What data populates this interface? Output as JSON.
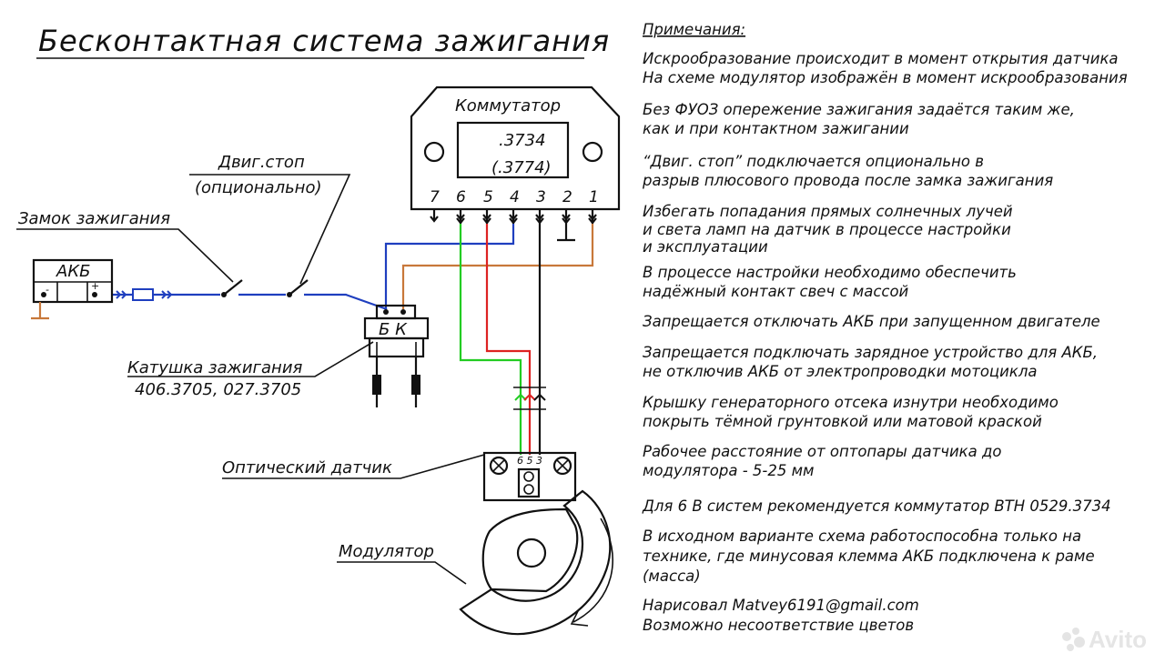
{
  "title": "Бесконтактная система зажигания",
  "labels": {
    "commutator": "Коммутатор",
    "commutator_model_1": ".3734",
    "commutator_model_2": "(.3774)",
    "pins": [
      "7",
      "6",
      "5",
      "4",
      "3",
      "2",
      "1"
    ],
    "engine_stop_1": "Двиг.стоп",
    "engine_stop_2": "(опционально)",
    "ignition_lock": "Замок зажигания",
    "battery": "АКБ",
    "battery_minus": "-",
    "battery_plus": "+",
    "coil_terminals": "Б  К",
    "coil_1": "Катушка зажигания",
    "coil_2": "406.3705, 027.3705",
    "optical_sensor": "Оптический датчик",
    "sensor_pins": "6 5 3",
    "modulator": "Модулятор"
  },
  "notes": {
    "heading": "Примечания:",
    "lines": [
      [
        "Искрообразование происходит в момент открытия датчика",
        "На схеме модулятор изображён в момент искрообразования"
      ],
      [
        "Без ФУОЗ опережение зажигания задаётся таким же,",
        "как и при контактном зажигании"
      ],
      [
        "“Двиг. стоп” подключается опционально в",
        "разрыв плюсового провода после замка зажигания"
      ],
      [
        "Избегать попадания прямых солнечных лучей",
        "и света ламп на датчик в процессе настройки",
        "и эксплуатации"
      ],
      [
        "В процессе настройки необходимо обеспечить",
        "надёжный контакт свеч с массой"
      ],
      [
        "Запрещается отключать АКБ при запущенном двигателе"
      ],
      [
        "Запрещается подключать зарядное устройство для АКБ,",
        "не отключив АКБ от электропроводки мотоцикла"
      ],
      [
        "Крышку генераторного отсека изнутри необходимо",
        "покрыть тёмной грунтовкой или матовой краской"
      ],
      [
        "Рабочее расстояние от оптопары датчика до",
        "модулятора - 5-25 мм"
      ],
      [
        "Для 6 В систем рекомендуется коммутатор ВТН 0529.3734"
      ],
      [
        "В исходном варианте схема работоспособна только на",
        "технике, где минусовая клемма АКБ подключена к раме",
        "(масса)"
      ],
      [
        "Нарисовал Matvey6191@gmail.com",
        "Возможно несоответствие цветов"
      ]
    ]
  },
  "watermark": "Avito",
  "colors": {
    "blue": "#1f3fbf",
    "green": "#22cc22",
    "red": "#dd2222",
    "brown": "#c8783a",
    "black": "#111111",
    "ground": "#c8783a"
  }
}
